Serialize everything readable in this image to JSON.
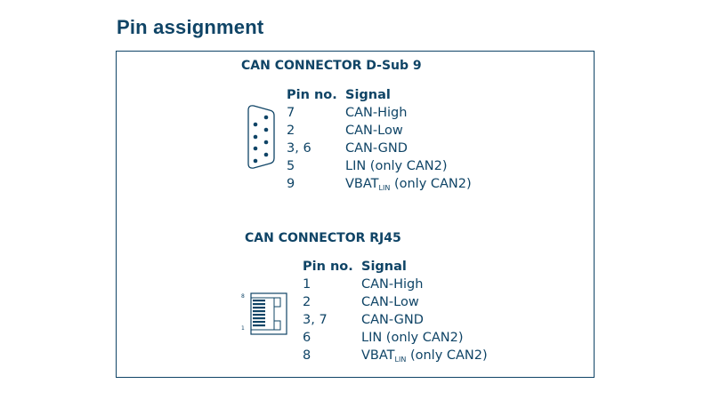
{
  "page": {
    "title": "Pin assignment"
  },
  "dsub9": {
    "heading": "CAN CONNECTOR D-Sub 9",
    "col_pin": "Pin no.",
    "col_signal": "Signal",
    "icon": "dsub9-connector-icon",
    "rows": [
      {
        "pin": "7",
        "signal": "CAN-High"
      },
      {
        "pin": "2",
        "signal": "CAN-Low"
      },
      {
        "pin": "3, 6",
        "signal": "CAN-GND"
      },
      {
        "pin": "5",
        "signal": "LIN (only CAN2)"
      },
      {
        "pin": "9",
        "signal": "VBAT",
        "sub": "LIN",
        "signal_rest": " (only CAN2)"
      }
    ]
  },
  "rj45": {
    "heading": "CAN CONNECTOR RJ45",
    "col_pin": "Pin no.",
    "col_signal": "Signal",
    "icon": "rj45-connector-icon",
    "label_top": "8",
    "label_bottom": "1",
    "rows": [
      {
        "pin": "1",
        "signal": "CAN-High"
      },
      {
        "pin": "2",
        "signal": "CAN-Low"
      },
      {
        "pin": "3, 7",
        "signal": "CAN-GND"
      },
      {
        "pin": "6",
        "signal": "LIN (only CAN2)"
      },
      {
        "pin": "8",
        "signal": "VBAT",
        "sub": "LIN",
        "signal_rest": " (only CAN2)"
      }
    ]
  },
  "colors": {
    "text": "#0f4466",
    "border": "#0f4466"
  }
}
